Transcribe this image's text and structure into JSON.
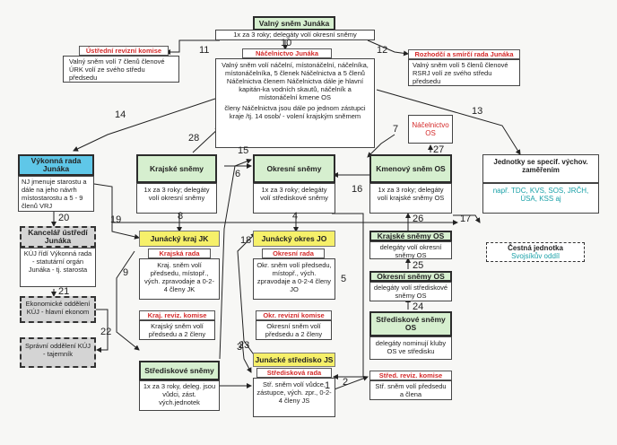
{
  "nodes": {
    "valny_snem": {
      "title": "Valný sněm Junáka",
      "text": "1x za 3 roky; delegáty volí okresní sněmy"
    },
    "nacelnictvo": {
      "title": "Náčelnictvo Junáka",
      "text": "Valný sněm volí náčelní, místonáčelní, náčelníka, místonáčelníka, 5 členek Náčelnictva a 5 členů Náčelnictva členem Náčelnictva dále je hlavní kapitán-ka vodních skautů, náčelník a místonáčelní kmene OS",
      "text2": "členy Náčelnictva jsou dále po jednom zástupci kraje /tj. 14 osob/ - volení krajským sněmem"
    },
    "urk": {
      "title": "Ústřední revizní komise",
      "text": "Valný sněm volí 7 členů členové ÚRK volí ze svého středu předsedu"
    },
    "rozhodci": {
      "title": "Rozhodčí a smírčí rada Junáka",
      "text": "Valný sněm volí 5 členů členové RSRJ volí ze svého středu předsedu"
    },
    "vykonna_rada": {
      "title": "Výkonná rada Junáka",
      "text": "NJ jmenuje starostu a dále na jeho návrh místostarostu a 5 - 9 členů VRJ"
    },
    "krajske_snemy": {
      "title": "Krajské sněmy",
      "text": "1x za 3 roky; delegáty volí okresní sněmy"
    },
    "okresni_snemy": {
      "title": "Okresní sněmy",
      "text": "1x za 3 roky; delegáty volí střediskové sněmy"
    },
    "nacelnictvo_os": {
      "title": "Náčelnictvo OS"
    },
    "kmenovy_snem": {
      "title": "Kmenový sněm OS",
      "text": "1x za 3 roky; delegáty volí krajské sněmy OS"
    },
    "jednotky": {
      "title": "Jednotky se specif. výchov. zaměřením",
      "text": "např. TDC, KVS, SOS, JRČH, ÚSA, KSS aj"
    },
    "kancelar": {
      "title": "Kancelář ústředí Junáka",
      "text": "KÚJ řídí Výkonná rada - statutární orgán Junáka - tj. starosta"
    },
    "junacky_kraj": {
      "title": "Junácký kraj JK"
    },
    "krajska_rada": {
      "title": "Krajská rada",
      "text": "Kraj. sněm volí předsedu, místopř., vých. zpravodaje a 0-2-4 členy JK"
    },
    "junacky_okres": {
      "title": "Junácký okres JO"
    },
    "okresni_rada": {
      "title": "Okresní rada",
      "text": "Okr. sněm volí předsedu, místopř., vých. zpravodaje a 0-2-4 členy JO"
    },
    "krajske_snemy_os": {
      "title": "Krajské sněmy OS",
      "text": "delegáty volí okresní sněmy OS"
    },
    "okresni_snemy_os": {
      "title": "Okresní sněmy OS",
      "text": "delegáty volí střediskové sněmy OS"
    },
    "strediskove_snemy_os": {
      "title": "Střediskové sněmy OS",
      "text": "delegáty nominují kluby OS ve středisku"
    },
    "cestna": {
      "title": "Čestná jednotka",
      "text": "Svojsíkův oddíl"
    },
    "ekonom": {
      "text": "Ekonomické oddělení KÚJ - hlavní ekonom"
    },
    "spravni": {
      "text": "Správní oddělení KÚJ - tajemník"
    },
    "kraj_rev": {
      "title": "Kraj. reviz. komise",
      "text": "Krajský sněm volí předsedu a 2 členy"
    },
    "okr_rev": {
      "title": "Okr. revizní komise",
      "text": "Okresní sněm volí předsedu a 2 členy"
    },
    "strediskove_snemy": {
      "title": "Střediskové sněmy",
      "text": "1x za 3 roky, deleg. jsou vůdci, zást. vých.jednotek"
    },
    "junacke_stredisko": {
      "title": "Junácké středisko JS"
    },
    "strediskova_rada": {
      "title": "Středisková rada",
      "text": "Stř. sněm volí vůdce, zástupce, vých. zpr., 0-2-4 členy JS"
    },
    "stred_rev": {
      "title": "Střed. reviz. komise",
      "text": "Stř. sněm volí předsedu a člena"
    }
  },
  "numbers": [
    "1",
    "2",
    "3",
    "4",
    "5",
    "6",
    "7",
    "8",
    "9",
    "10",
    "11",
    "12",
    "13",
    "14",
    "15",
    "16",
    "17",
    "18",
    "19",
    "20",
    "21",
    "22",
    "23",
    "24",
    "25",
    "26",
    "27",
    "28"
  ],
  "colors": {
    "green": "#d6efcf",
    "yellow": "#f6f06a",
    "cyan": "#5fc7e8",
    "grey": "#d4d4d4",
    "red": "#d42a2a",
    "teal": "#1aa1a8"
  }
}
